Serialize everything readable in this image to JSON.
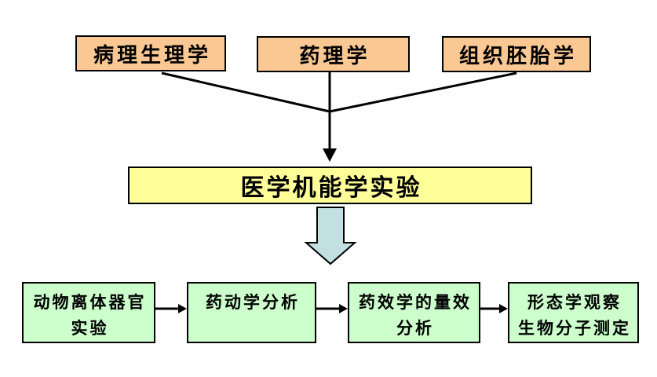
{
  "colors": {
    "top_box_fill": "#FAC893",
    "center_box_fill": "#FFFF99",
    "bottom_box_fill": "#CCFFCC",
    "block_arrow_fill": "#C2E0E2",
    "line_and_border": "#000000",
    "background": "#FFFFFF",
    "text": "#000000"
  },
  "top_row": {
    "boxes": [
      {
        "label": "病理生理学"
      },
      {
        "label": "药理学"
      },
      {
        "label": "组织胚胎学"
      }
    ]
  },
  "center_box": {
    "label": "医学机能学实验"
  },
  "bottom_row": {
    "boxes": [
      {
        "lines": [
          "动物离体器官",
          "实验"
        ]
      },
      {
        "lines": [
          "药动学分析"
        ]
      },
      {
        "lines": [
          "药效学的量效",
          "分析"
        ]
      },
      {
        "lines": [
          "形态学观察",
          "生物分子测定"
        ]
      }
    ]
  }
}
